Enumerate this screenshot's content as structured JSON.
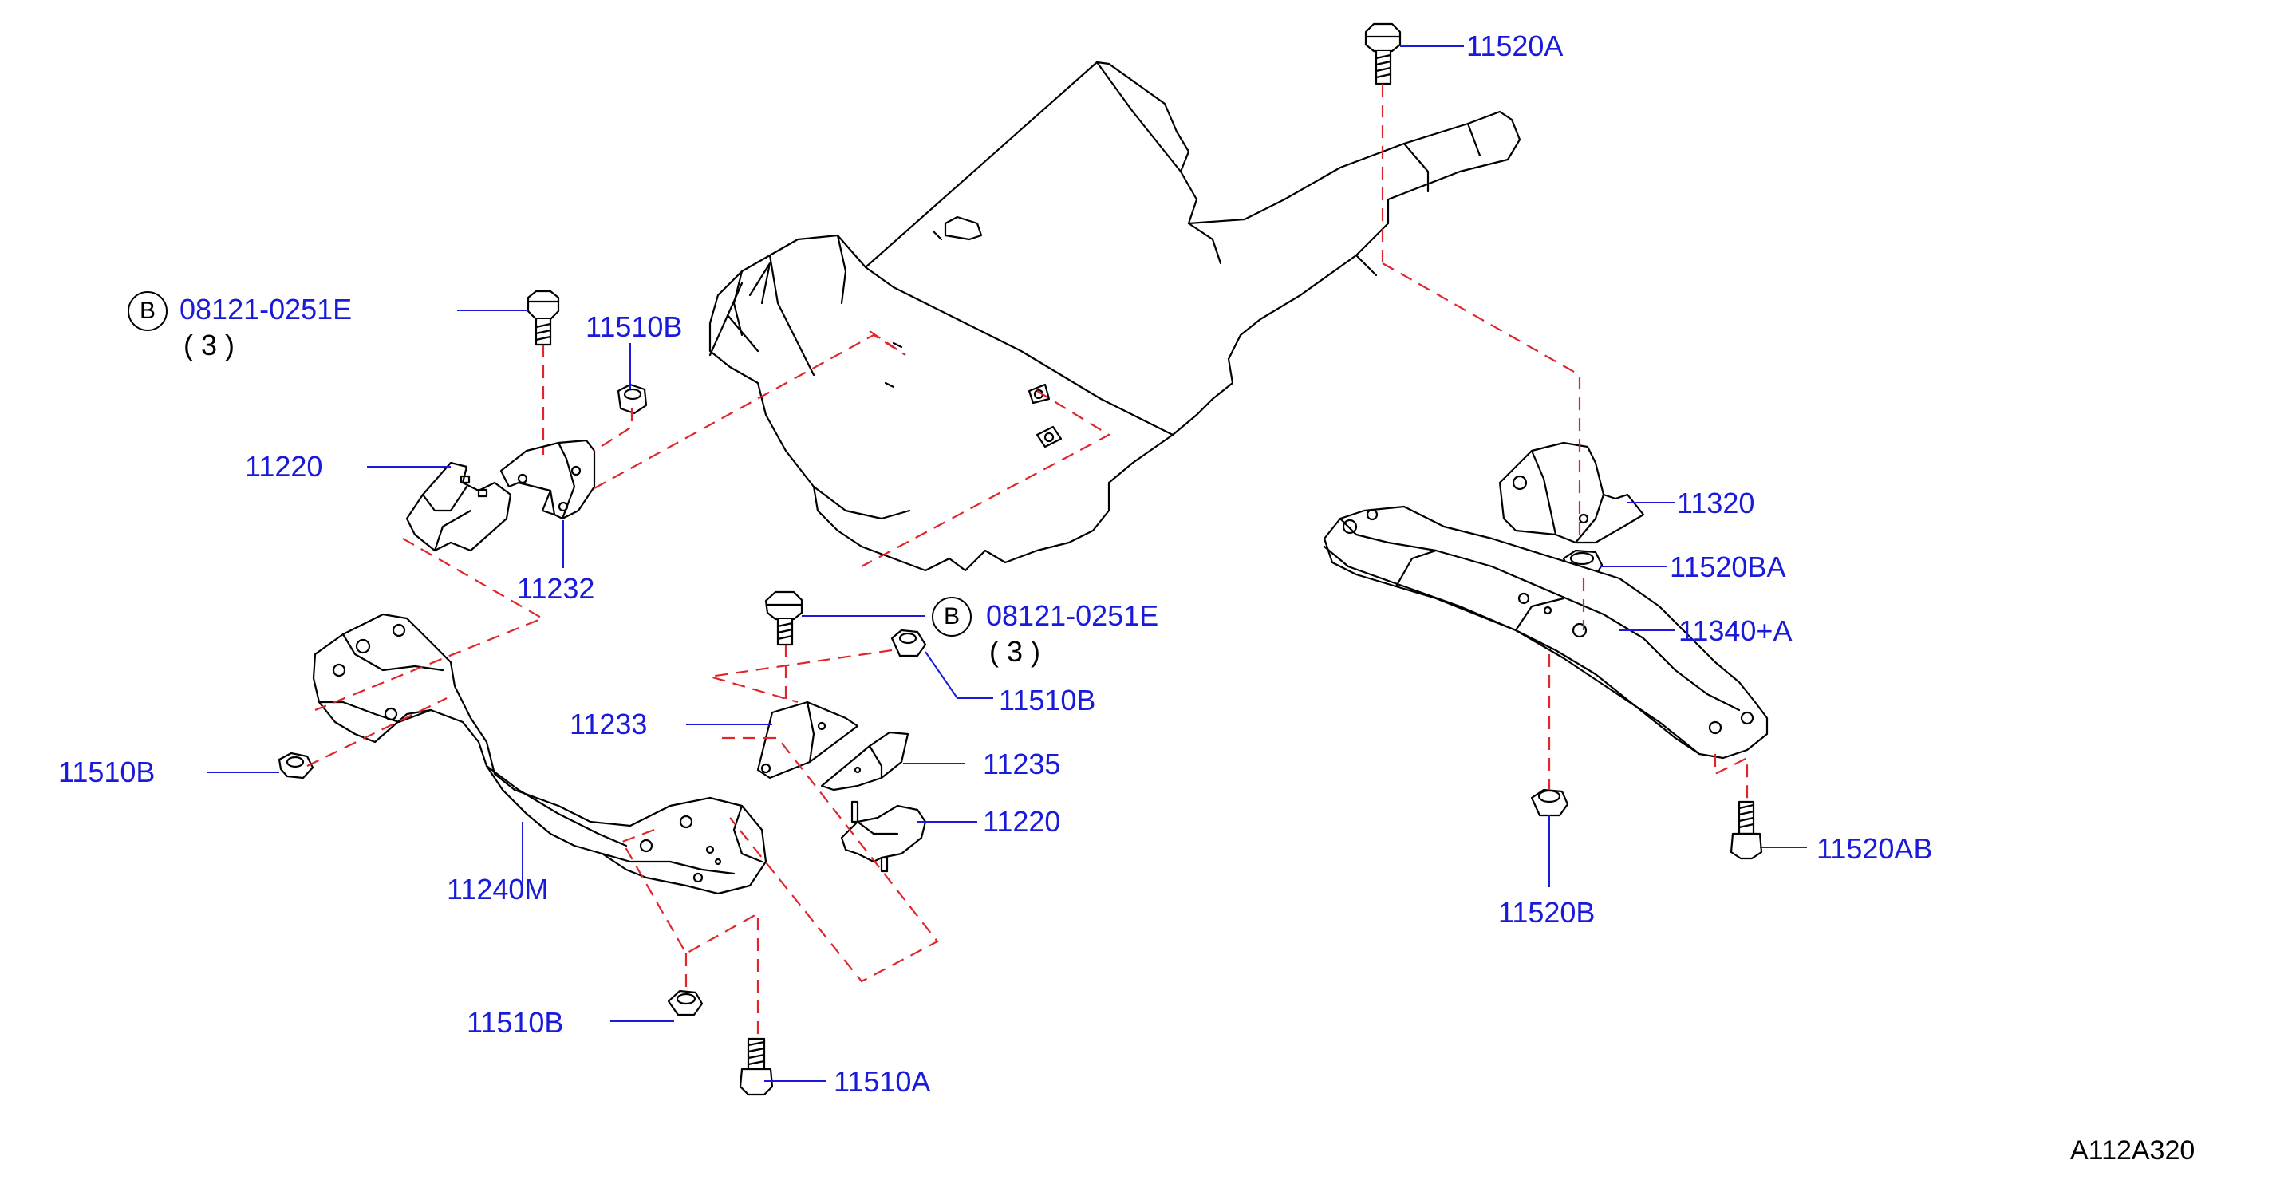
{
  "colors": {
    "label": "#1a1adb",
    "leader": "#1a1adb",
    "dash": "#e0252b",
    "drawing": "#000000"
  },
  "labels": {
    "p11520A": "11520A",
    "p11510B_top": "11510B",
    "p08121_left": "08121-0251E",
    "p08121_left_qty": "( 3 )",
    "p11220_left": "11220",
    "p11232": "11232",
    "p11233": "11233",
    "p08121_mid": "08121-0251E",
    "p08121_mid_qty": "( 3 )",
    "p11510B_mid": "11510B",
    "p11235": "11235",
    "p11220_mid": "11220",
    "p11510B_left": "11510B",
    "p11240M": "11240M",
    "p11510B_bottom": "11510B",
    "p11510A": "11510A",
    "p11320": "11320",
    "p11520BA": "11520BA",
    "p11340A": "11340+A",
    "p11520AB": "11520AB",
    "p11520B": "11520B",
    "b_marker": "B",
    "diagram_code": "A112A320"
  }
}
